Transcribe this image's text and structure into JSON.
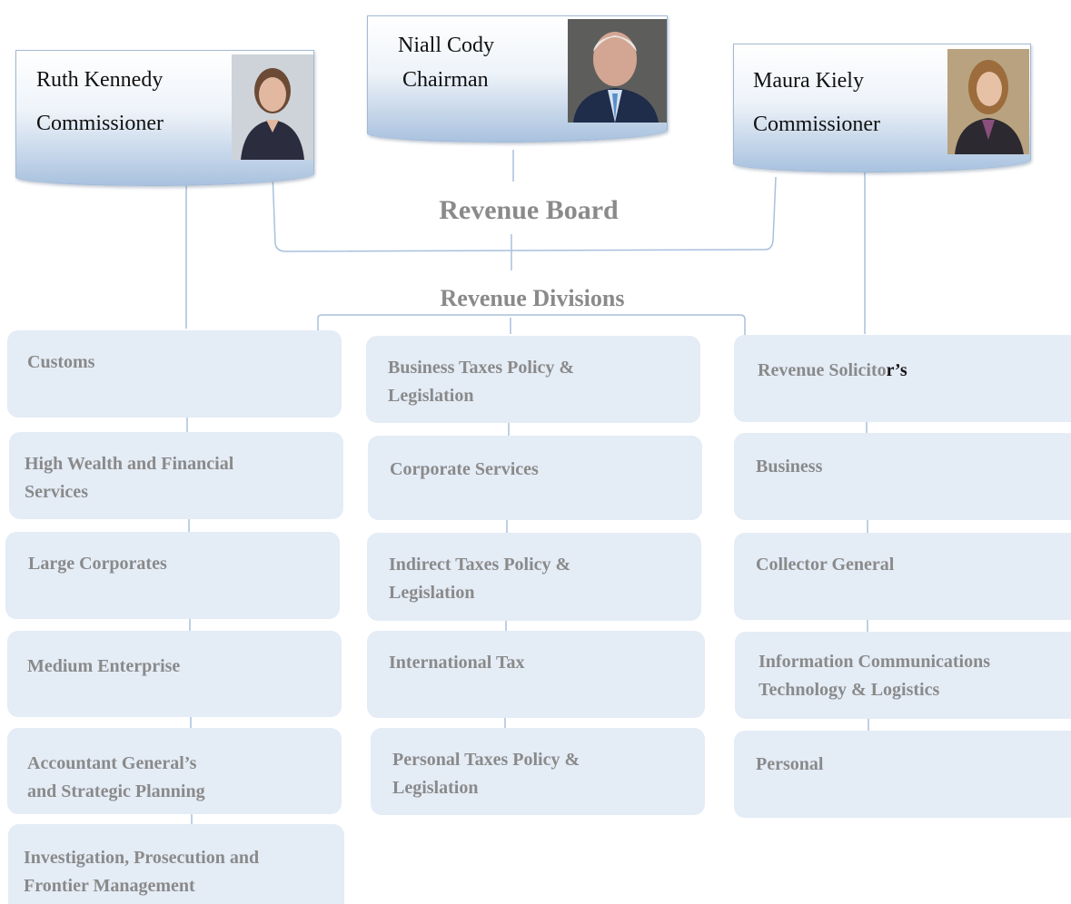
{
  "board": {
    "members": [
      {
        "name": "Ruth Kennedy",
        "role": "Commissioner"
      },
      {
        "name": "Niall Cody",
        "role": "Chairman"
      },
      {
        "name": "Maura Kiely",
        "role": "Commissioner"
      }
    ],
    "title": "Revenue Board"
  },
  "divisions": {
    "title": "Revenue Divisions",
    "left": [
      {
        "line1": "Customs",
        "line2": ""
      },
      {
        "line1": "High Wealth and Financial",
        "line2": "Services"
      },
      {
        "line1": "Large Corporates",
        "line2": ""
      },
      {
        "line1": "Medium Enterprise",
        "line2": ""
      },
      {
        "line1": "Accountant General’s",
        "line2": "and Strategic Planning"
      },
      {
        "line1": "Investigation, Prosecution and",
        "line2": "Frontier Management"
      }
    ],
    "middle": [
      {
        "line1": "Business Taxes Policy &",
        "line2": "Legislation"
      },
      {
        "line1": "Corporate Services",
        "line2": ""
      },
      {
        "line1": "Indirect Taxes Policy &",
        "line2": "Legislation"
      },
      {
        "line1": "International Tax",
        "line2": ""
      },
      {
        "line1": "Personal Taxes Policy &",
        "line2": "Legislation"
      }
    ],
    "right": [
      {
        "line1": "Revenue Solicito",
        "line1_dark": "r’s",
        "line2": ""
      },
      {
        "line1": "Business",
        "line2": ""
      },
      {
        "line1": "Collector General",
        "line2": ""
      },
      {
        "line1": "Information Communications",
        "line2": "Technology & Logistics"
      },
      {
        "line1": "Personal",
        "line2": ""
      }
    ]
  }
}
